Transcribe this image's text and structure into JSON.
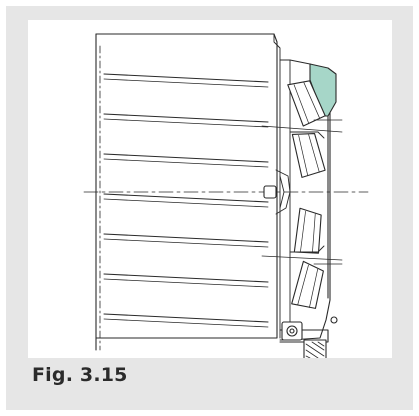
{
  "caption": "Fig. 3.15",
  "colors": {
    "panel_background": "#e6e6e6",
    "drawing_background": "#ffffff",
    "line": "#2a2a2a",
    "seal_fill": "#a6d6c8"
  },
  "drawing": {
    "subject": "bearing-assembly-cross-section",
    "roller_count": 4,
    "shaft_groove_count": 7
  }
}
